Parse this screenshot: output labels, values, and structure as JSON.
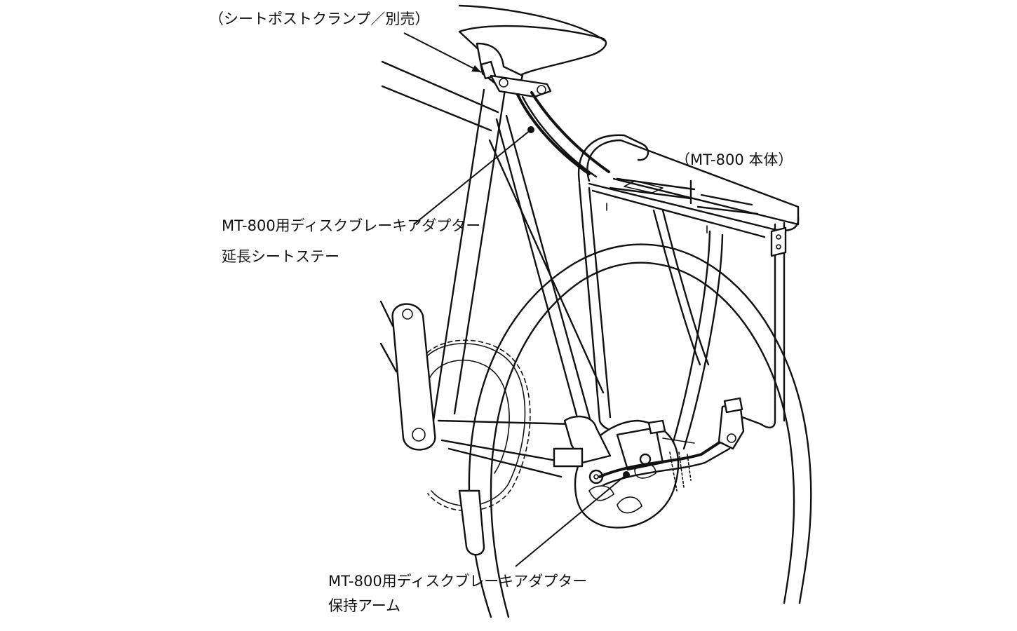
{
  "labels": {
    "seatpost_clamp": "（シートポストクランプ／別売）",
    "rack_body": "（MT-800 本体）",
    "extension_stay": {
      "line1": "MT-800用ディスクブレーキアダプター",
      "line2": "延長シートステー"
    },
    "holding_arm": {
      "line1": "MT-800用ディスクブレーキアダプター",
      "line2": "保持アーム"
    }
  }
}
